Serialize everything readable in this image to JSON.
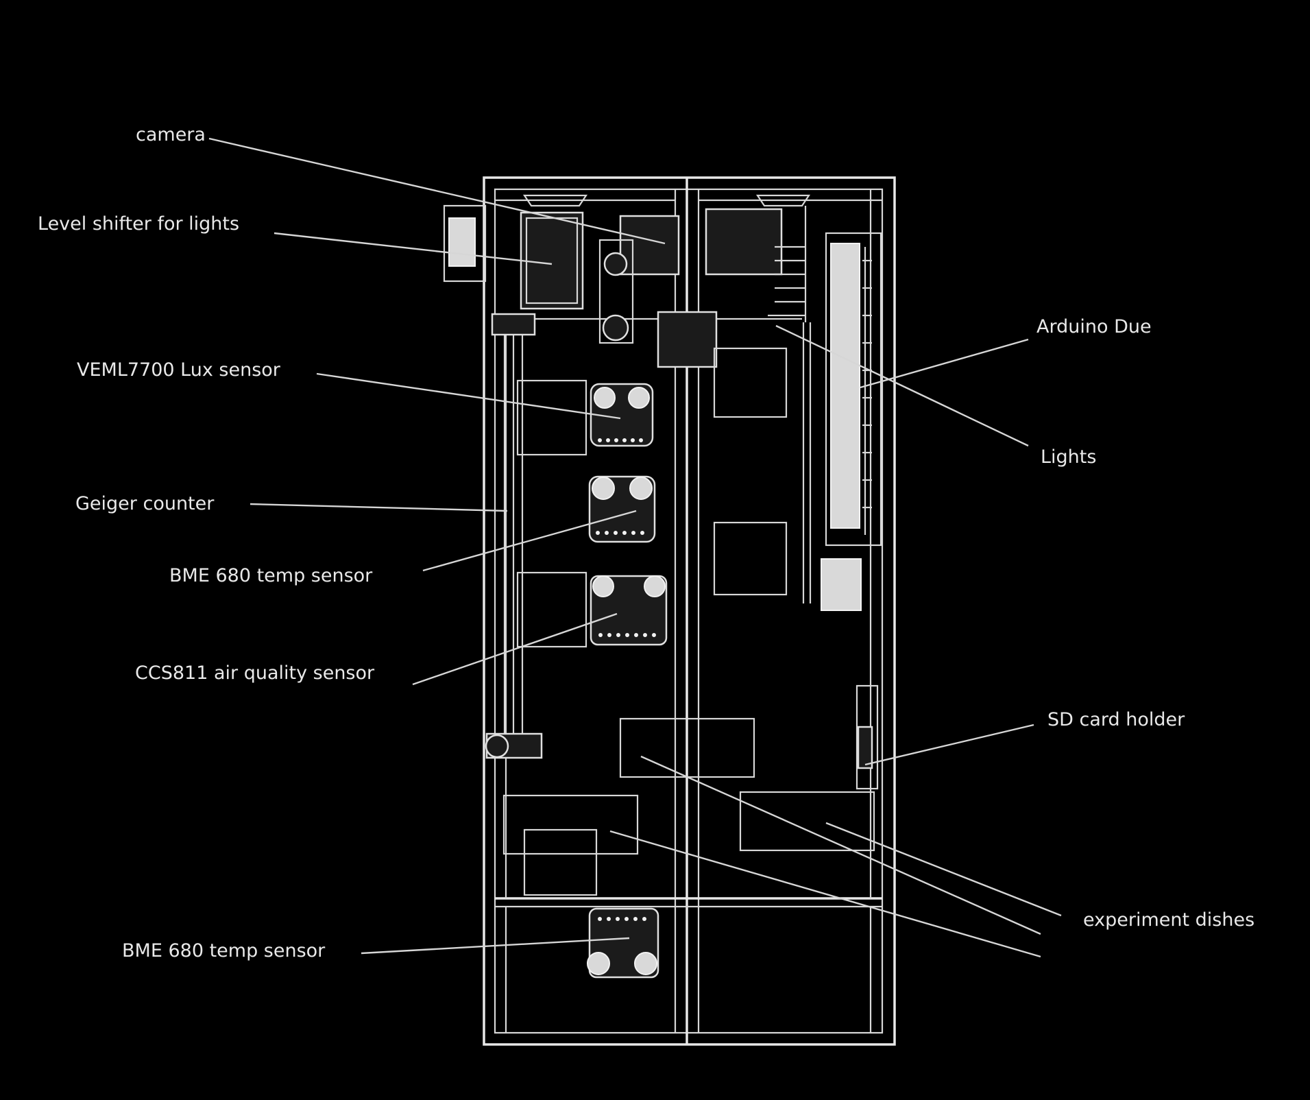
{
  "labels": {
    "camera": "camera",
    "level_shifter": "Level shifter for lights",
    "veml7700": "VEML7700 Lux sensor",
    "geiger": "Geiger counter",
    "bme680_upper": "BME 680 temp sensor",
    "ccs811": "CCS811 air quality sensor",
    "bme680_lower": "BME 680 temp sensor",
    "arduino_due": "Arduino Due",
    "lights": "Lights",
    "sd_card_holder": "SD card holder",
    "experiment_dishes": "experiment dishes"
  },
  "colors": {
    "background": "#000000",
    "lines": "#d6d6d6",
    "text": "#e9e9e9"
  }
}
